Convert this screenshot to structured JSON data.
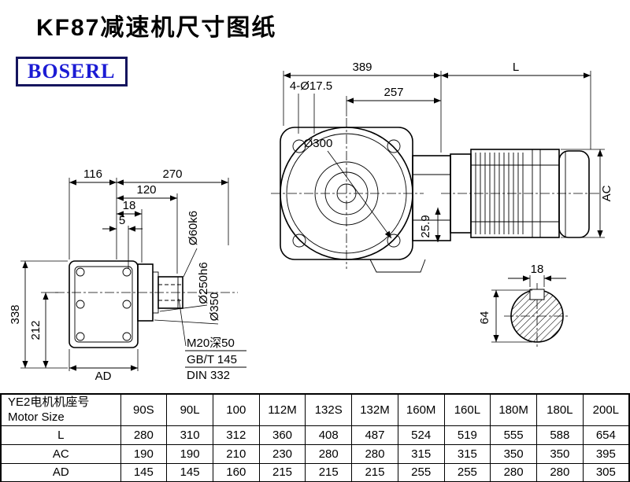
{
  "page": {
    "title": "KF87减速机尺寸图纸",
    "logo": "BOSERL"
  },
  "drawing": {
    "front_view": {
      "dim_389": "389",
      "dim_L": "L",
      "dim_257": "257",
      "bolt_holes": "4-Ø17.5",
      "flange_diameter": "Ø300",
      "dim_25_9": "25.9",
      "dim_AC": "AC"
    },
    "shaft_section": {
      "dim_18": "18",
      "dim_64": "64"
    },
    "side_view": {
      "dim_116": "116",
      "dim_270": "270",
      "dim_120": "120",
      "dim_18": "18",
      "dim_5": "5",
      "dim_338": "338",
      "dim_212": "212",
      "dim_AD": "AD",
      "shaft_bore": "Ø60k6",
      "spigot_diameter": "Ø250h6",
      "flange_diameter": "Ø350",
      "tap_hole": "M20深50",
      "standard_gb": "GB/T 145",
      "standard_din": "DIN 332"
    }
  },
  "table": {
    "header_cn": "YE2电机机座号",
    "header_en": "Motor Size",
    "columns": [
      "90S",
      "90L",
      "100",
      "112M",
      "132S",
      "132M",
      "160M",
      "160L",
      "180M",
      "180L",
      "200L"
    ],
    "rows": [
      {
        "label": "L",
        "values": [
          "280",
          "310",
          "312",
          "360",
          "408",
          "487",
          "524",
          "519",
          "555",
          "588",
          "654"
        ]
      },
      {
        "label": "AC",
        "values": [
          "190",
          "190",
          "210",
          "230",
          "280",
          "280",
          "315",
          "315",
          "350",
          "350",
          "395"
        ]
      },
      {
        "label": "AD",
        "values": [
          "145",
          "145",
          "160",
          "215",
          "215",
          "215",
          "255",
          "255",
          "280",
          "280",
          "305"
        ]
      }
    ]
  }
}
